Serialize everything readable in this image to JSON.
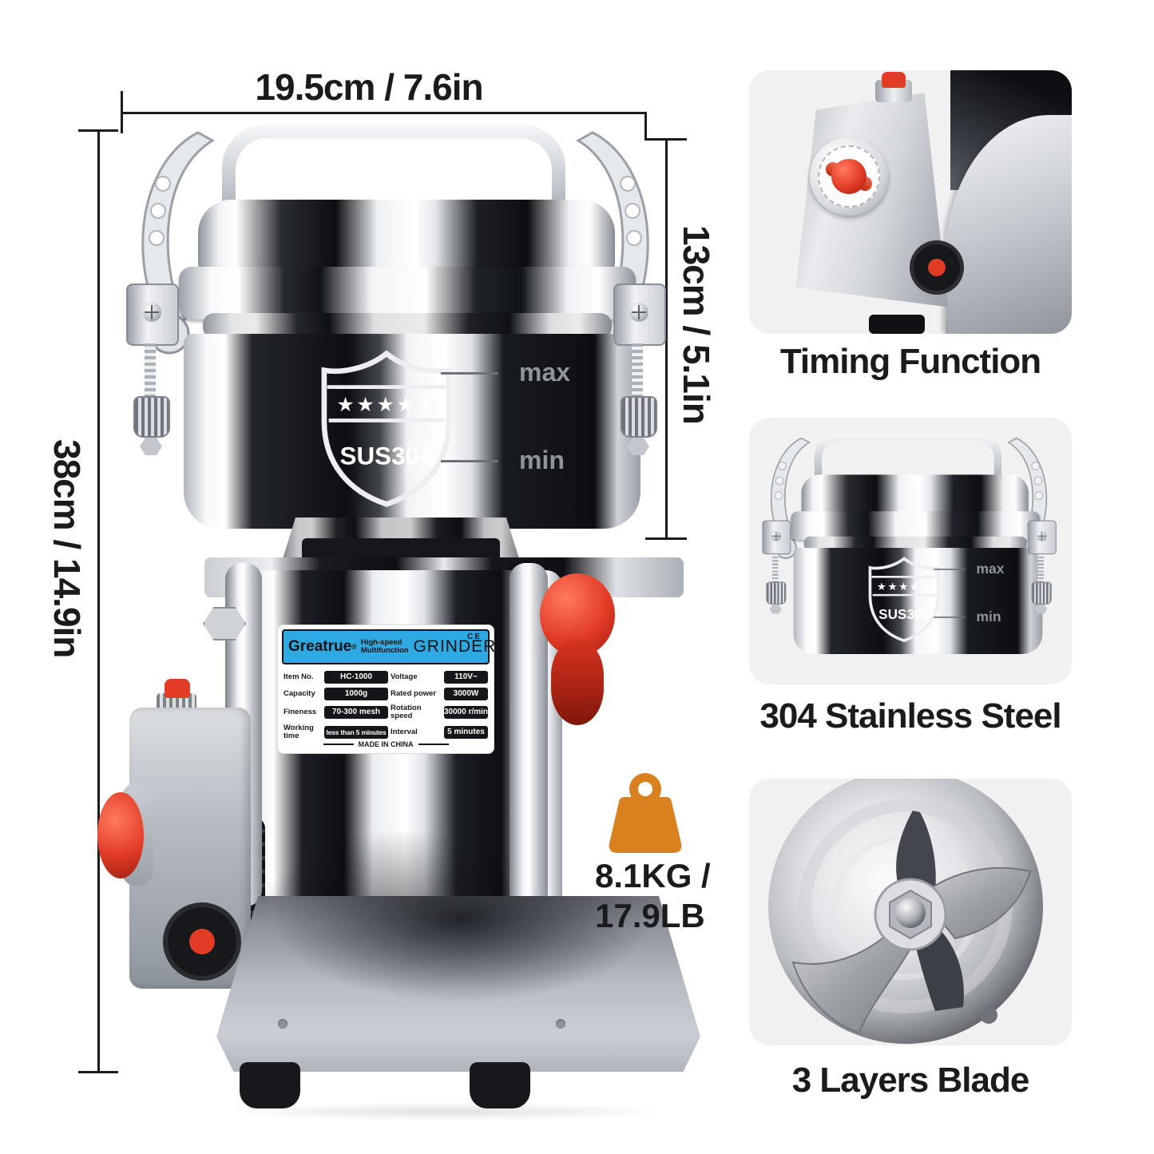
{
  "dimensions": {
    "width_label": "19.5cm / 7.6in",
    "cup_height_label": "13cm / 5.1in",
    "total_height_label": "38cm / 14.9in"
  },
  "weight": {
    "icon": "weight-icon",
    "line1": "8.1KG /",
    "line2": "17.9LB"
  },
  "product_label": {
    "brand": "Greatrue",
    "reg_mark": "®",
    "tagline_line1": "High-speed",
    "tagline_line2": "Multifunction",
    "product_name": "GRINDER",
    "ce_mark": "CE",
    "specs": [
      {
        "label": "Item No.",
        "value": "HC-1000"
      },
      {
        "label": "Voltage",
        "value": "110V~"
      },
      {
        "label": "Capacity",
        "value": "1000g"
      },
      {
        "label": "Rated power",
        "value": "3000W"
      },
      {
        "label": "Fineness",
        "value": "70-300 mesh"
      },
      {
        "label": "Rotation speed",
        "value": "30000 r/min"
      },
      {
        "label": "Working time",
        "value": "less than 5 minutes"
      },
      {
        "label": "Interval",
        "value": "5 minutes"
      }
    ],
    "origin": "MADE IN CHINA"
  },
  "cup": {
    "shield_stars": "★★★★★",
    "shield_text": "SUS304",
    "max_label": "max",
    "min_label": "min"
  },
  "feature_panels": [
    {
      "caption": "Timing Function"
    },
    {
      "caption": "304 Stainless Steel"
    },
    {
      "caption": "3 Layers Blade"
    }
  ],
  "colors": {
    "accent_blue": "#2ea9e1",
    "accent_red": "#e23b26",
    "accent_orange": "#d9801f",
    "panel_bg": "#f1f1f2"
  }
}
